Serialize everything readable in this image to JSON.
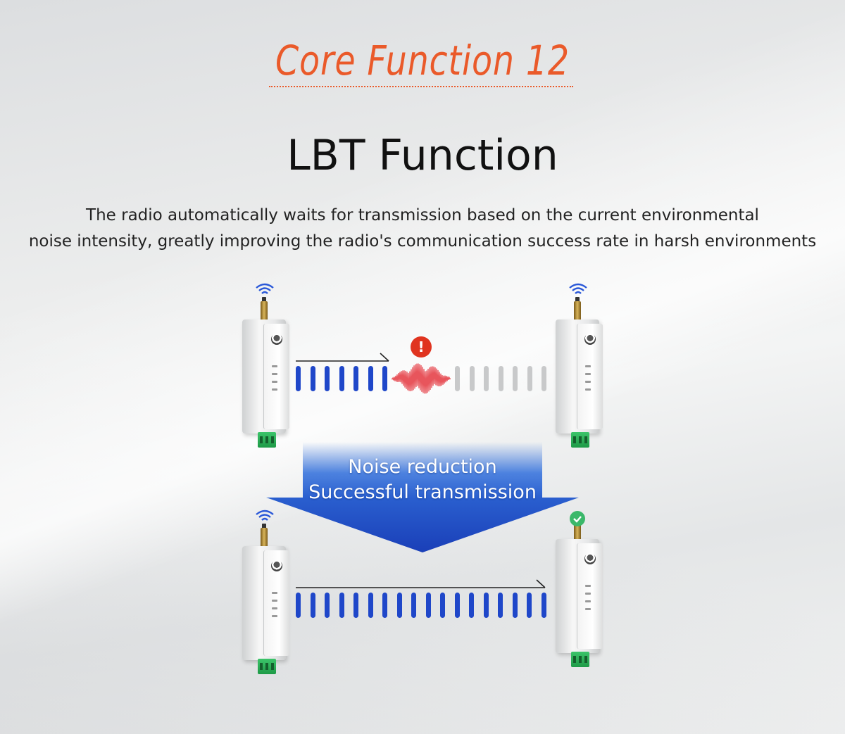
{
  "header": {
    "kicker": "Core Function 12",
    "title": "LBT Function",
    "description_lines": [
      "The radio automatically waits for transmission based on the current environmental",
      "noise intensity, greatly improving the radio's communication success rate in harsh environments"
    ]
  },
  "transition": {
    "line1": "Noise reduction",
    "line2": "Successful transmission"
  },
  "colors": {
    "accent": "#ea5a2a",
    "signal_blue": "#1f47c9",
    "noise_red": "#e8555c",
    "idle_gray": "#c8c9ca",
    "alert_red": "#e0341f",
    "ok_green": "#3bb86a"
  },
  "icons": {
    "wifi": "wifi-icon",
    "alert": "exclamation-icon",
    "ok": "check-icon"
  }
}
